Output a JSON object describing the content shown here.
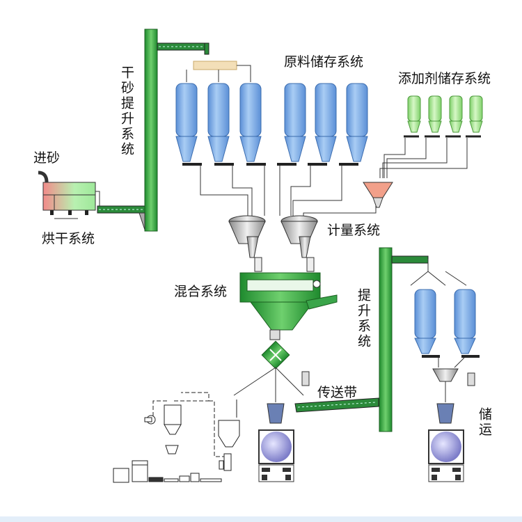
{
  "labels": {
    "sand_in": "进砂",
    "drying": "烘干系统",
    "dry_sand_lift": "干砂提升系统",
    "raw_storage": "原料储存系统",
    "additive_storage": "添加剂储存系统",
    "metering": "计量系统",
    "mixing": "混合系统",
    "lift": "提升系统",
    "conveyor": "传送带",
    "storage_transport": "储运"
  },
  "colors": {
    "elevator": "#2e9e3a",
    "silo": "#7aaee6",
    "additive_silo": "#a8e08a",
    "mixer": "#3aa54a",
    "dryer_hot": "#f08a8a",
    "dryer_cool": "#a6eea0"
  }
}
